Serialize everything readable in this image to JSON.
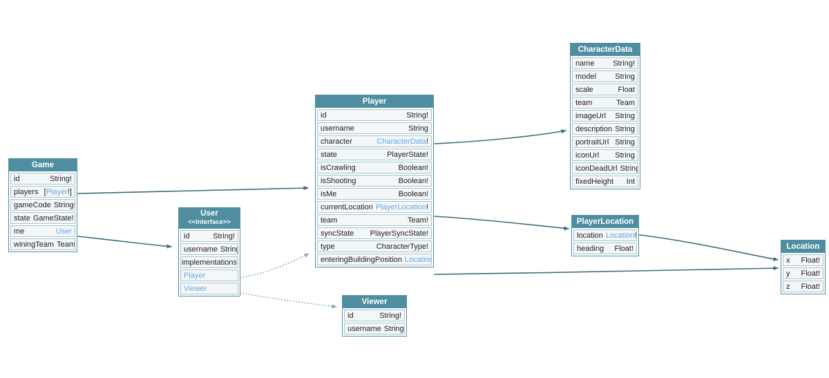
{
  "diagram": {
    "colors": {
      "header_bg": "#4f8ea0",
      "header_text": "#ffffff",
      "row_bg": "#f4f7f8",
      "row_border": "#a6c4ce",
      "table_border": "#4f8ea0",
      "field_text": "#1b1b1b",
      "type_link": "#5fa9e3",
      "edge_solid": "#3f6b7a",
      "edge_dotted": "#86abb6"
    },
    "tables": [
      {
        "id": "game",
        "title": "Game",
        "fields": [
          {
            "name": "id",
            "type": [
              {
                "t": "String!"
              }
            ]
          },
          {
            "name": "players",
            "type": [
              {
                "t": "["
              },
              {
                "t": "Player",
                "link": true
              },
              {
                "t": "!]"
              }
            ]
          },
          {
            "name": "gameCode",
            "type": [
              {
                "t": "String!"
              }
            ]
          },
          {
            "name": "state",
            "type": [
              {
                "t": "GameState!"
              }
            ]
          },
          {
            "name": "me",
            "type": [
              {
                "t": "User",
                "link": true
              }
            ]
          },
          {
            "name": "winingTeam",
            "type": [
              {
                "t": "Team"
              }
            ]
          }
        ]
      },
      {
        "id": "user",
        "title": "User",
        "stereotype": "<<interface>>",
        "fields": [
          {
            "name": "id",
            "type": [
              {
                "t": "String!"
              }
            ]
          },
          {
            "name": "username",
            "type": [
              {
                "t": "String"
              }
            ]
          },
          {
            "section": "implementations"
          },
          {
            "impl": "Player"
          },
          {
            "impl": "Viewer"
          }
        ]
      },
      {
        "id": "player",
        "title": "Player",
        "fields": [
          {
            "name": "id",
            "type": [
              {
                "t": "String!"
              }
            ]
          },
          {
            "name": "username",
            "type": [
              {
                "t": "String"
              }
            ]
          },
          {
            "name": "character",
            "type": [
              {
                "t": "CharacterData",
                "link": true
              },
              {
                "t": "!"
              }
            ]
          },
          {
            "name": "state",
            "type": [
              {
                "t": "PlayerState!"
              }
            ]
          },
          {
            "name": "isCrawling",
            "type": [
              {
                "t": "Boolean!"
              }
            ]
          },
          {
            "name": "isShooting",
            "type": [
              {
                "t": "Boolean!"
              }
            ]
          },
          {
            "name": "isMe",
            "type": [
              {
                "t": "Boolean!"
              }
            ]
          },
          {
            "name": "currentLocation",
            "type": [
              {
                "t": "PlayerLocation",
                "link": true
              },
              {
                "t": "!"
              }
            ]
          },
          {
            "name": "team",
            "type": [
              {
                "t": "Team!"
              }
            ]
          },
          {
            "name": "syncState",
            "type": [
              {
                "t": "PlayerSyncState!"
              }
            ]
          },
          {
            "name": "type",
            "type": [
              {
                "t": "CharacterType!"
              }
            ]
          },
          {
            "name": "enteringBuildingPosition",
            "type": [
              {
                "t": "Location",
                "link": true
              }
            ]
          }
        ]
      },
      {
        "id": "characterdata",
        "title": "CharacterData",
        "fields": [
          {
            "name": "name",
            "type": [
              {
                "t": "String!"
              }
            ]
          },
          {
            "name": "model",
            "type": [
              {
                "t": "String"
              }
            ]
          },
          {
            "name": "scale",
            "type": [
              {
                "t": "Float"
              }
            ]
          },
          {
            "name": "team",
            "type": [
              {
                "t": "Team"
              }
            ]
          },
          {
            "name": "imageUrl",
            "type": [
              {
                "t": "String"
              }
            ]
          },
          {
            "name": "description",
            "type": [
              {
                "t": "String"
              }
            ]
          },
          {
            "name": "portraitUrl",
            "type": [
              {
                "t": "String"
              }
            ]
          },
          {
            "name": "iconUrl",
            "type": [
              {
                "t": "String"
              }
            ]
          },
          {
            "name": "iconDeadUrl",
            "type": [
              {
                "t": "String"
              }
            ]
          },
          {
            "name": "fixedHeight",
            "type": [
              {
                "t": "Int"
              }
            ]
          }
        ]
      },
      {
        "id": "playerlocation",
        "title": "PlayerLocation",
        "fields": [
          {
            "name": "location",
            "type": [
              {
                "t": "Location",
                "link": true
              },
              {
                "t": "!"
              }
            ]
          },
          {
            "name": "heading",
            "type": [
              {
                "t": "Float!"
              }
            ]
          }
        ]
      },
      {
        "id": "location",
        "title": "Location",
        "fields": [
          {
            "name": "x",
            "type": [
              {
                "t": "Float!"
              }
            ]
          },
          {
            "name": "y",
            "type": [
              {
                "t": "Float!"
              }
            ]
          },
          {
            "name": "z",
            "type": [
              {
                "t": "Float!"
              }
            ]
          }
        ]
      },
      {
        "id": "viewer",
        "title": "Viewer",
        "fields": [
          {
            "name": "id",
            "type": [
              {
                "t": "String!"
              }
            ]
          },
          {
            "name": "username",
            "type": [
              {
                "t": "String"
              }
            ]
          }
        ]
      }
    ],
    "edges": [
      {
        "id": "edge-game-players-to-player",
        "from": "Game.players",
        "to": "Player",
        "style": "solid"
      },
      {
        "id": "edge-game-me-to-user",
        "from": "Game.me",
        "to": "User",
        "style": "solid"
      },
      {
        "id": "edge-player-character-to-characterdata",
        "from": "Player.character",
        "to": "CharacterData",
        "style": "solid"
      },
      {
        "id": "edge-player-currentlocation-to-playerlocation",
        "from": "Player.currentLocation",
        "to": "PlayerLocation",
        "style": "solid"
      },
      {
        "id": "edge-player-enteringbuildingposition-to-location",
        "from": "Player.enteringBuildingPosition",
        "to": "Location",
        "style": "solid"
      },
      {
        "id": "edge-playerlocation-location-to-location",
        "from": "PlayerLocation.location",
        "to": "Location",
        "style": "solid"
      },
      {
        "id": "edge-user-impl-player",
        "from": "User.Player",
        "to": "Player",
        "style": "dotted"
      },
      {
        "id": "edge-user-impl-viewer",
        "from": "User.Viewer",
        "to": "Viewer",
        "style": "dotted"
      }
    ]
  }
}
